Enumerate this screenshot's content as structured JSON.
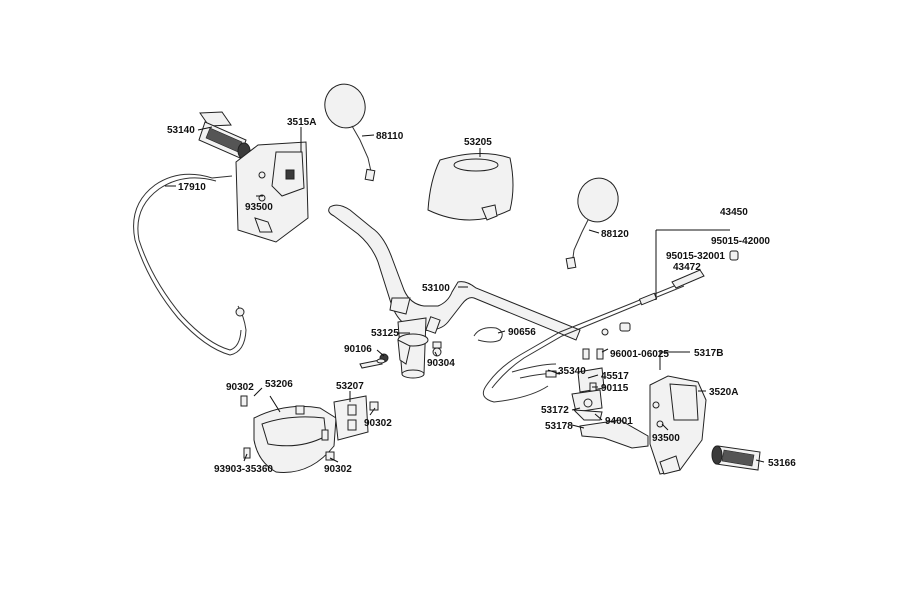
{
  "diagram": {
    "labels": {
      "p53140": "53140",
      "p3515A": "3515A",
      "p88110": "88110",
      "p17910": "17910",
      "p93500_left": "93500",
      "p53205": "53205",
      "p43450": "43450",
      "p95015_42000": "95015-42000",
      "p95015_32001": "95015-32001",
      "p43472": "43472",
      "p88120": "88120",
      "p53100": "53100",
      "p53125": "53125",
      "p90656": "90656",
      "p90106": "90106",
      "p90304": "90304",
      "p96001_06025": "96001-06025",
      "p5317B": "5317B",
      "p35340": "35340",
      "p45517": "45517",
      "p90115": "90115",
      "p3520A": "3520A",
      "p90302_a": "90302",
      "p53206": "53206",
      "p53207": "53207",
      "p90302_b": "90302",
      "p53172": "53172",
      "p94001": "94001",
      "p53178": "53178",
      "p93500_right": "93500",
      "p53166": "53166",
      "p93903_35360": "93903-35360",
      "p90302_c": "90302"
    }
  }
}
